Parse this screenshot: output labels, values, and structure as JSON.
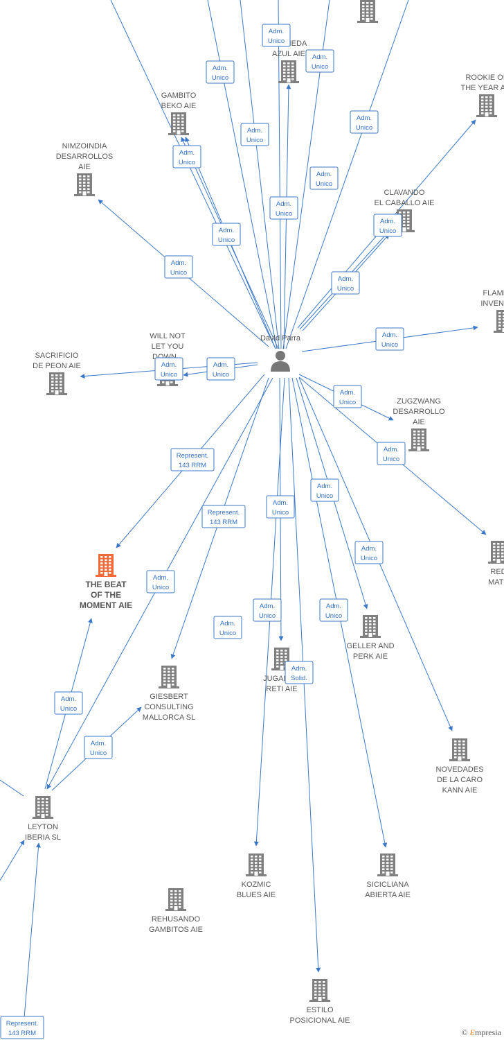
{
  "person": {
    "name": "David Parra"
  },
  "colors": {
    "edge": "#3b78c7",
    "building": "#808080",
    "highlight": "#f26a3a"
  },
  "nodes": [
    {
      "id": "n0",
      "lines": [
        "ROOKIE OF",
        "THE YEAR  AIE"
      ],
      "highlight": false
    },
    {
      "id": "n1",
      "lines": [
        "ALAMEDA",
        "AZUL  AIE"
      ],
      "highlight": false
    },
    {
      "id": "n2",
      "lines": [
        "GAMBITO",
        "BEKO  AIE"
      ],
      "highlight": false
    },
    {
      "id": "n3",
      "lines": [
        "NIMZOINDIA",
        "DESARROLLOS",
        "AIE"
      ],
      "highlight": false
    },
    {
      "id": "n4",
      "lines": [
        "CLAVANDO",
        "EL CABALLO  AIE"
      ],
      "highlight": false
    },
    {
      "id": "n5",
      "lines": [
        "FLAMENCO",
        "INVENTIONS"
      ],
      "highlight": false
    },
    {
      "id": "n6",
      "lines": [
        "WILL NOT",
        "LET YOU",
        "DOWN..."
      ],
      "highlight": false
    },
    {
      "id": "n7",
      "lines": [
        "SACRIFICIO",
        "DE PEON  AIE"
      ],
      "highlight": false
    },
    {
      "id": "n8",
      "lines": [
        "ZUGZWANG",
        "DESARROLLO",
        "AIE"
      ],
      "highlight": false
    },
    {
      "id": "n9",
      "lines": [
        "RED",
        "MATE"
      ],
      "highlight": false
    },
    {
      "id": "n10",
      "lines": [
        "THE BEAT",
        "OF THE",
        "MOMENT  AIE"
      ],
      "highlight": true
    },
    {
      "id": "n11",
      "lines": [
        "GELLER AND",
        "PERK  AIE"
      ],
      "highlight": false
    },
    {
      "id": "n12",
      "lines": [
        "JUGANDO",
        "RETI  AIE"
      ],
      "highlight": false
    },
    {
      "id": "n13",
      "lines": [
        "GIESBERT",
        "CONSULTING",
        "MALLORCA  SL"
      ],
      "highlight": false
    },
    {
      "id": "n14",
      "lines": [
        "NOVEDADES",
        "DE LA CARO",
        "KANN  AIE"
      ],
      "highlight": false
    },
    {
      "id": "n15",
      "lines": [
        "LEYTON",
        "IBERIA  SL"
      ],
      "highlight": false
    },
    {
      "id": "n16",
      "lines": [
        "KOZMIC",
        "BLUES  AIE"
      ],
      "highlight": false
    },
    {
      "id": "n17",
      "lines": [
        "SICICLIANA",
        "ABIERTA  AIE"
      ],
      "highlight": false
    },
    {
      "id": "n18",
      "lines": [
        "REHUSANDO",
        "GAMBITOS  AIE"
      ],
      "highlight": false
    },
    {
      "id": "n19",
      "lines": [
        "ESTILO",
        "POSICIONAL  AIE"
      ],
      "highlight": false
    },
    {
      "id": "n20",
      "lines": [],
      "highlight": false
    }
  ],
  "edge_tags": [
    [
      "Adm.",
      "Unico"
    ],
    [
      "Adm.",
      "Unico"
    ],
    [
      "Adm.",
      "Unico"
    ],
    [
      "Adm.",
      "Unico"
    ],
    [
      "Adm.",
      "Unico"
    ],
    [
      "Adm.",
      "Unico"
    ],
    [
      "Adm.",
      "Unico"
    ],
    [
      "Adm.",
      "Unico"
    ],
    [
      "Adm.",
      "Unico"
    ],
    [
      "Adm.",
      "Unico"
    ],
    [
      "Adm.",
      "Unico"
    ],
    [
      "Adm.",
      "Unico"
    ],
    [
      "Adm.",
      "Unico"
    ],
    [
      "Adm.",
      "Unico"
    ],
    [
      "Adm.",
      "Unico"
    ],
    [
      "Adm.",
      "Unico"
    ],
    [
      "Adm.",
      "Unico"
    ],
    [
      "Represent.",
      "143 RRM"
    ],
    [
      "Represent.",
      "143 RRM"
    ],
    [
      "Adm.",
      "Unico"
    ],
    [
      "Adm.",
      "Unico"
    ],
    [
      "Adm.",
      "Unico"
    ],
    [
      "Adm.",
      "Unico"
    ],
    [
      "Adm.",
      "Unico"
    ],
    [
      "Adm.",
      "Unico"
    ],
    [
      "Adm.",
      "Unico"
    ],
    [
      "Adm.",
      "Solid."
    ],
    [
      "Adm.",
      "Unico"
    ],
    [
      "Adm.",
      "Unico"
    ],
    [
      "Represent.",
      "143 RRM"
    ]
  ],
  "credit": {
    "symbol": "©",
    "brand_initial": "E",
    "brand_rest": "mpresia"
  }
}
